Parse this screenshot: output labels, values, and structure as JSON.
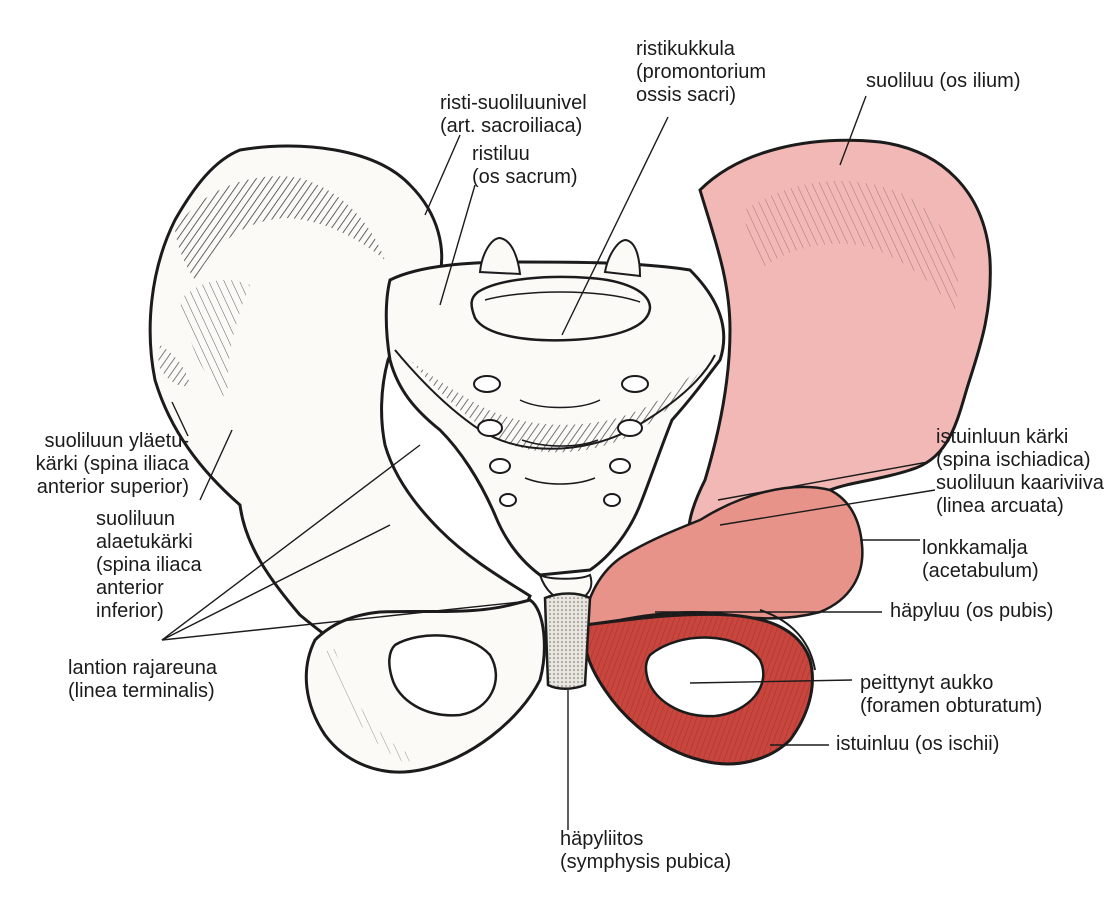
{
  "diagram": {
    "colors": {
      "background": "#ffffff",
      "bone_fill": "#fbfaf7",
      "ink": "#1b1b1b",
      "ilium_highlight": "#f2b8b5",
      "pubis_highlight": "#e8938a",
      "ischium_highlight": "#c9463e"
    },
    "labels": {
      "promontorium": [
        "ristikukkula",
        "(promontorium",
        "ossis sacri)"
      ],
      "sacroiliaca": [
        "risti-suoliluunivel",
        "(art. sacroiliaca)"
      ],
      "sacrum": [
        "ristiluu",
        "(os sacrum)"
      ],
      "ilium": [
        "suoliluu (os ilium)"
      ],
      "spina_superior": [
        "suoliluun yläetu-",
        "kärki (spina iliaca",
        "anterior superior)"
      ],
      "spina_inferior": [
        "suoliluun",
        "alaetukärki",
        "(spina iliaca",
        "anterior",
        "inferior)"
      ],
      "linea_terminalis": [
        "lantion rajareuna",
        "(linea terminalis)"
      ],
      "spina_ischiadica": [
        "istuinluun kärki",
        "(spina ischiadica)",
        "suoliluun kaariviiva",
        "(linea arcuata)"
      ],
      "acetabulum": [
        "lonkkamalja",
        "(acetabulum)"
      ],
      "pubis": [
        "häpyluu (os pubis)"
      ],
      "obturatum": [
        "peittynyt aukko",
        "(foramen obturatum)"
      ],
      "ischium": [
        "istuinluu (os ischii)"
      ],
      "symphysis": [
        "häpyliitos",
        "(symphysis pubica)"
      ]
    }
  }
}
